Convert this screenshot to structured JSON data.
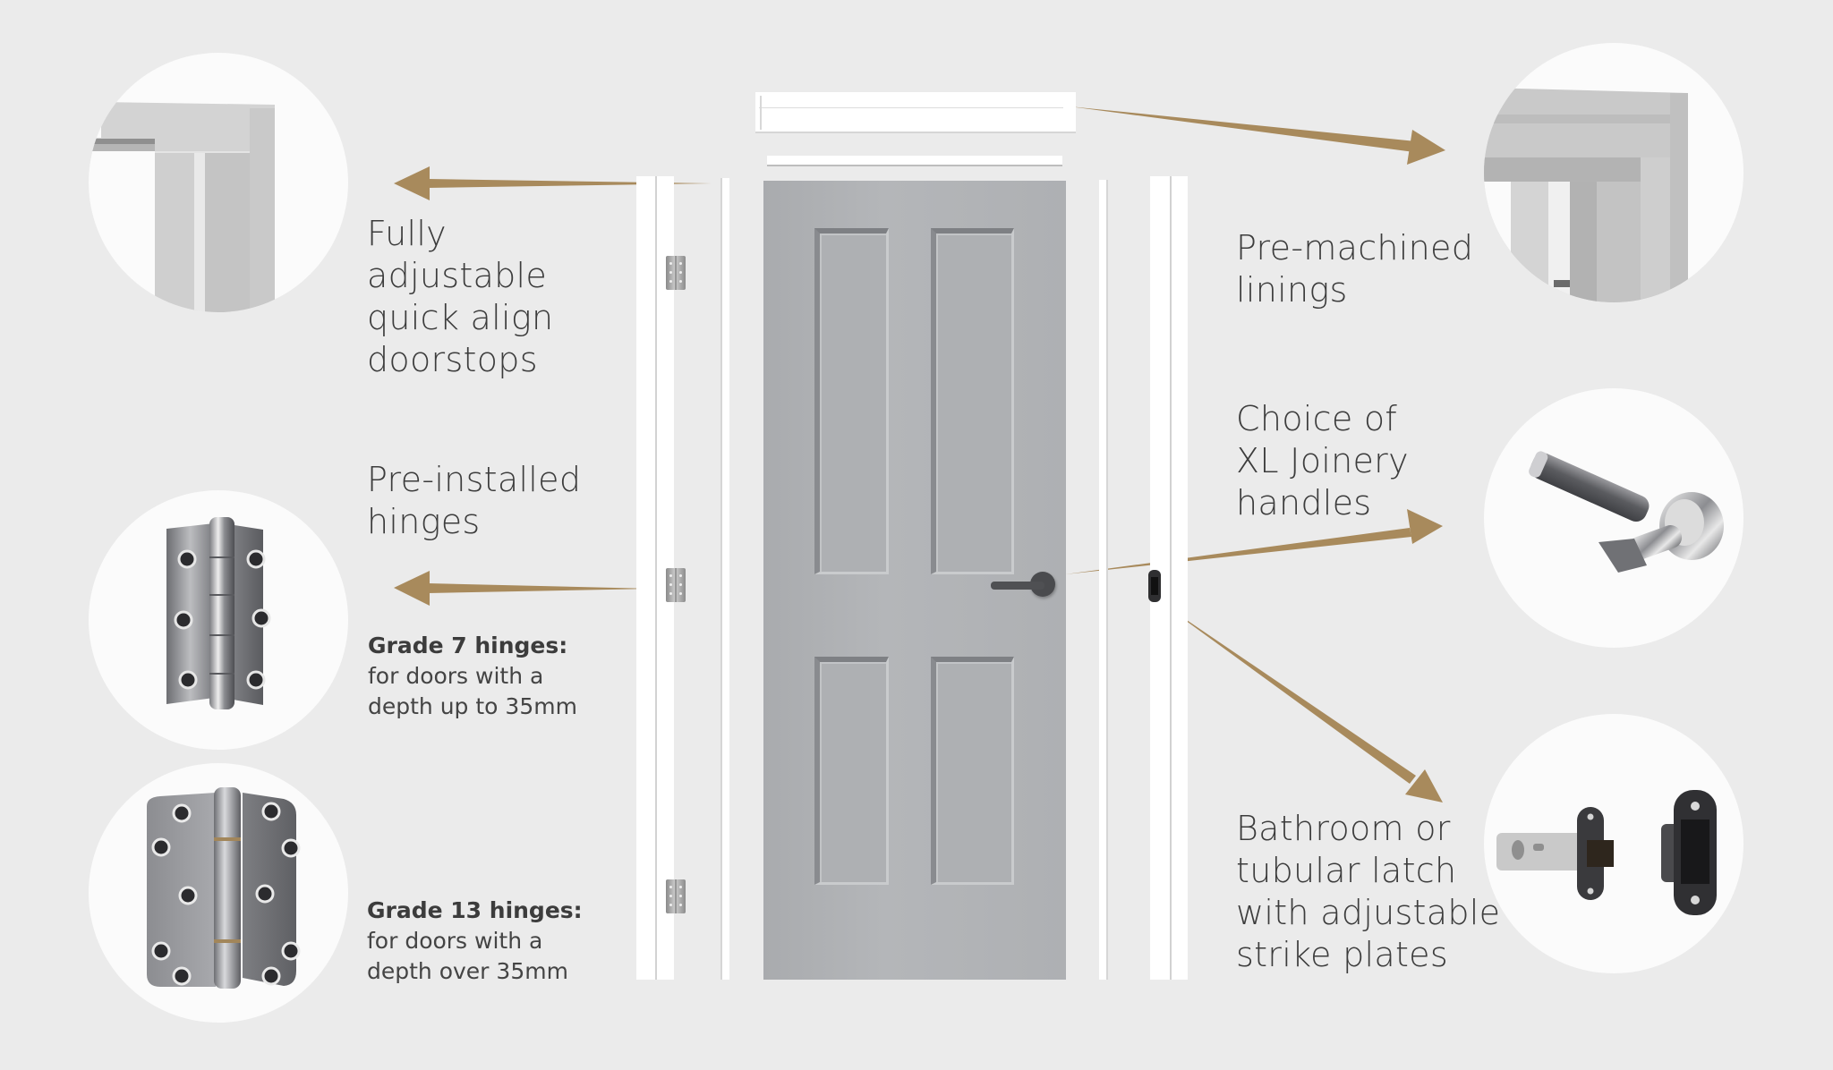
{
  "diagram": {
    "subject": "Door set components",
    "accent_color": "#a88a5c",
    "background_color": "#ebebeb",
    "text_color": "#3c3c3c"
  },
  "callouts": {
    "doorstops": {
      "label": "Fully\nadjustable\nquick align\ndoorstops",
      "icon": "door-frame-corner-icon"
    },
    "linings": {
      "label": "Pre-machined\nlinings",
      "icon": "lining-corner-icon"
    },
    "hinges": {
      "label": "Pre-installed\nhinges",
      "grade7": {
        "title": "Grade 7 hinges:",
        "line1": "for doors with a",
        "line2": "depth up to 35mm",
        "icon": "grade-7-hinge-icon"
      },
      "grade13": {
        "title": "Grade 13 hinges:",
        "line1": "for doors with a",
        "line2": "depth over 35mm",
        "icon": "grade-13-hinge-icon"
      }
    },
    "handles": {
      "label": "Choice of\nXL Joinery\nhandles",
      "icon": "lever-handle-icon"
    },
    "latch": {
      "label": "Bathroom or\ntubular latch\nwith adjustable\nstrike plates",
      "icon": "latch-strike-plate-icon"
    }
  }
}
